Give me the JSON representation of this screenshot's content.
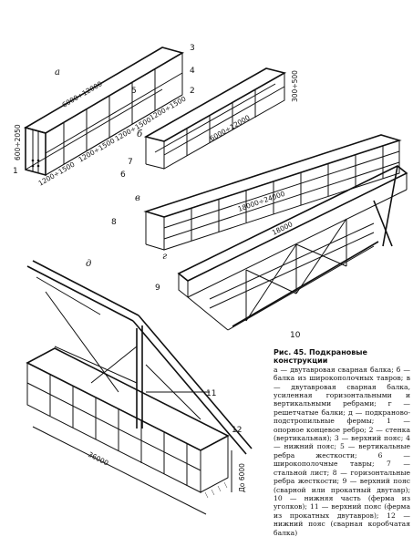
{
  "figure": {
    "panel_labels": {
      "a": "а",
      "b": "б",
      "v": "в",
      "g": "г",
      "d": "д"
    },
    "dimensions": {
      "a_span": "6000÷12000",
      "a_height": "600÷2050",
      "a_flange": "1200÷1500",
      "a_flange_2": "1200÷1500",
      "a_flange_3": "1200÷1500",
      "a_flange_4": "1200÷1500",
      "b_span": "6000÷12000",
      "b_height": "300÷500",
      "v_span": "18000÷24000",
      "g_span": "18000",
      "d_span": "36000",
      "d_height": "До 6000"
    },
    "callouts": [
      "1",
      "2",
      "3",
      "4",
      "5",
      "6",
      "7",
      "8",
      "9",
      "10",
      "11",
      "12"
    ]
  },
  "caption": {
    "title": "Рис. 45. Подкрановые конструкции",
    "body": "а — двутавровая сварная балка; б — балка из широкополочных тавров; в — двутавровая сварная балка, усиленная горизонтальными и вертикальными ребрами; г — решетчатые балки; д — подкраново-подстропильные фермы; 1 — опорное концевое ребро; 2 — стенка (вертикальная); 3 — верхний пояс; 4 — нижний пояс; 5 — вертикальные ребра жесткости; 6 — широкополочные тавры; 7 — стальной лист; 8 — горизонтальные ребра жесткости; 9 — верхний пояс (сварной или прокатный двутавр); 10 — нижняя часть (ферма из уголков); 11 — верхний пояс (ферма из прокатных двутавров); 12 — нижний пояс (сварная коробчатая балка)"
  }
}
